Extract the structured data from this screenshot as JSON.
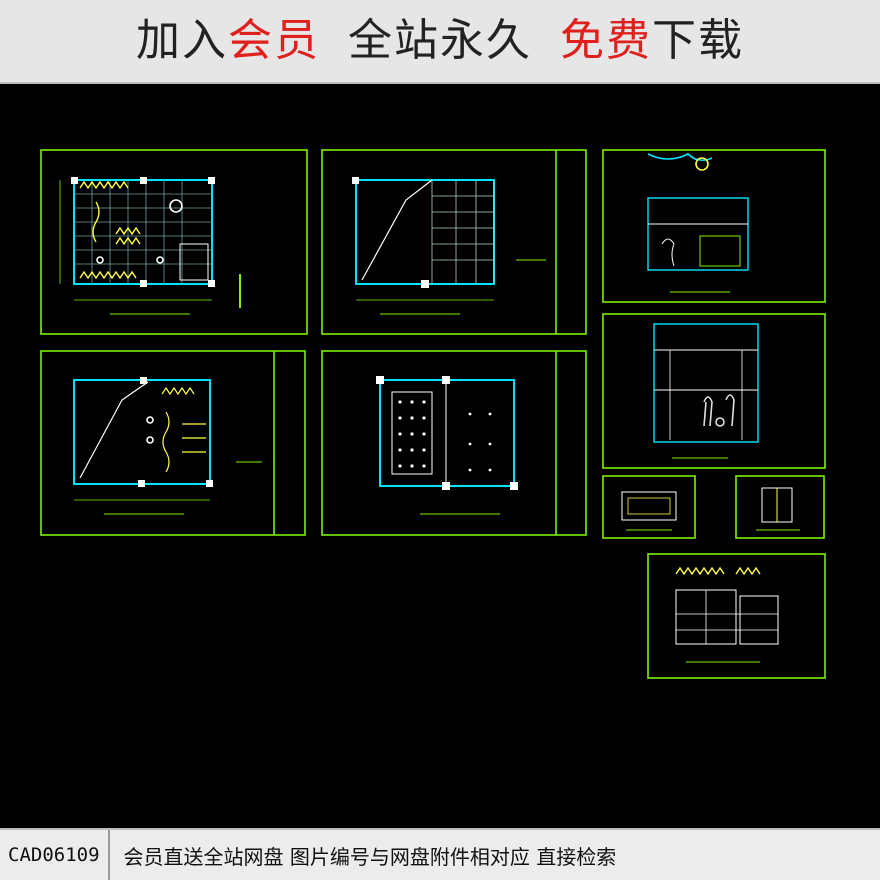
{
  "banner": {
    "part1": "加入",
    "part2": "会员",
    "part3": "全站永久",
    "part4": "免费",
    "part5": "下载"
  },
  "footer": {
    "code": "CAD06109",
    "text": "会员直送全站网盘 图片编号与网盘附件相对应 直接检索"
  },
  "colors": {
    "frame": "#7cf000",
    "wall": "#00e5ff",
    "detail": "#ffff40",
    "canvas": "#000000",
    "accent_red": "#e0201c"
  }
}
